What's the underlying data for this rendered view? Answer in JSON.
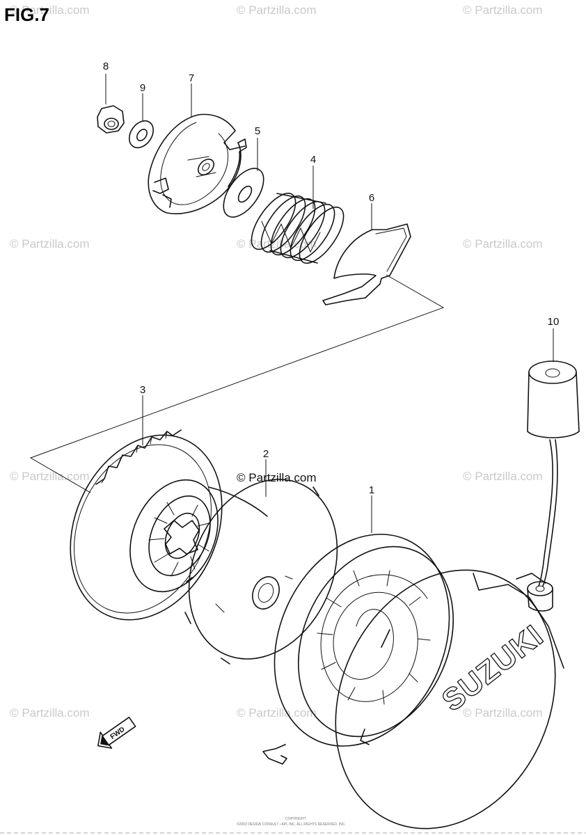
{
  "figure_label": "FIG.7",
  "watermark_text": "© Partzilla.com",
  "center_watermark": "© Partzilla.com",
  "brand_text": "SUZUKI",
  "fwd_label": "FWD",
  "footer_text_1": "COPYRIGHT",
  "footer_text_2": "©2003 DESIGN CONSULT • APL INC. ALL RIGHTS RESERVED, INC.",
  "callouts": [
    {
      "id": "1",
      "label": "1"
    },
    {
      "id": "2",
      "label": "2"
    },
    {
      "id": "3",
      "label": "3"
    },
    {
      "id": "4",
      "label": "4"
    },
    {
      "id": "5",
      "label": "5"
    },
    {
      "id": "6",
      "label": "6"
    },
    {
      "id": "7",
      "label": "7"
    },
    {
      "id": "8",
      "label": "8"
    },
    {
      "id": "9",
      "label": "9"
    },
    {
      "id": "10",
      "label": "10"
    }
  ],
  "colors": {
    "line": "#111111",
    "watermark": "#c9c9c9",
    "background": "#ffffff"
  }
}
